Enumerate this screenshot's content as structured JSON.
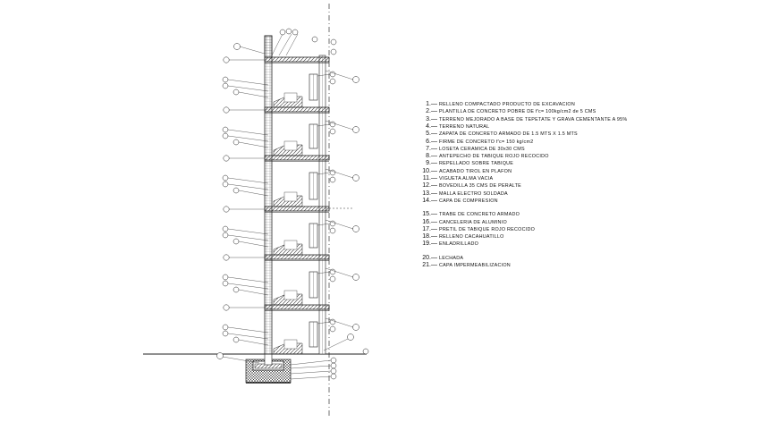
{
  "legend": [
    {
      "num": "1.",
      "text": "RELLENO COMPACTADO PRODUCTO DE EXCAVACION"
    },
    {
      "num": "2.",
      "text": "PLANTILLA DE CONCRETO POBRE DE f'c= 100kg/cm2 de 5 CMS"
    },
    {
      "num": "3.",
      "text": "TERRENO MEJORADO A BASE DE TEPETATE Y GRAVA CEMENTANTE A 95%"
    },
    {
      "num": "4.",
      "text": "TERRENO NATURAL"
    },
    {
      "num": "5.",
      "text": "ZAPATA DE CONCRETO ARMADO DE 1.5 MTS X 1.5 MTS"
    },
    {
      "num": "6.",
      "text": "FIRME DE CONCRETO f'c= 150 kg/cm2"
    },
    {
      "num": "7.",
      "text": "LOSETA CERAMICA DE 30x30 CMS"
    },
    {
      "num": "8.",
      "text": "ANTEPECHO DE TABIQUE ROJO RECOCIDO"
    },
    {
      "num": "9.",
      "text": "REPELLADO SOBRE TABIQUE"
    },
    {
      "num": "10.",
      "text": "ACABADO TIROL EN PLAFON"
    },
    {
      "num": "11.",
      "text": "VIGUETA ALMA VACIA"
    },
    {
      "num": "12.",
      "text": "BOVEDILLA 35 CMS DE PERALTE"
    },
    {
      "num": "13.",
      "text": "MALLA ELECTRO SOLDADA"
    },
    {
      "num": "14.",
      "text": "CAPA DE COMPRESION"
    },
    {
      "num": "15.",
      "text": "TRABE DE CONCRETO ARMADO"
    },
    {
      "num": "16.",
      "text": "CANCELERIA DE ALUMINIO"
    },
    {
      "num": "17.",
      "text": "PRETIL DE TABIQUE ROJO RECOCIDO"
    },
    {
      "num": "18.",
      "text": "RELLENO CACAHUATILLO"
    },
    {
      "num": "19.",
      "text": "ENLADRILLADO"
    },
    {
      "num": "20.",
      "text": "LECHADA"
    },
    {
      "num": "21.",
      "text": "CAPA IMPERMEABILIZACION"
    }
  ],
  "colors": {
    "line": "#222222",
    "hatch": "#444444",
    "background": "#ffffff"
  }
}
